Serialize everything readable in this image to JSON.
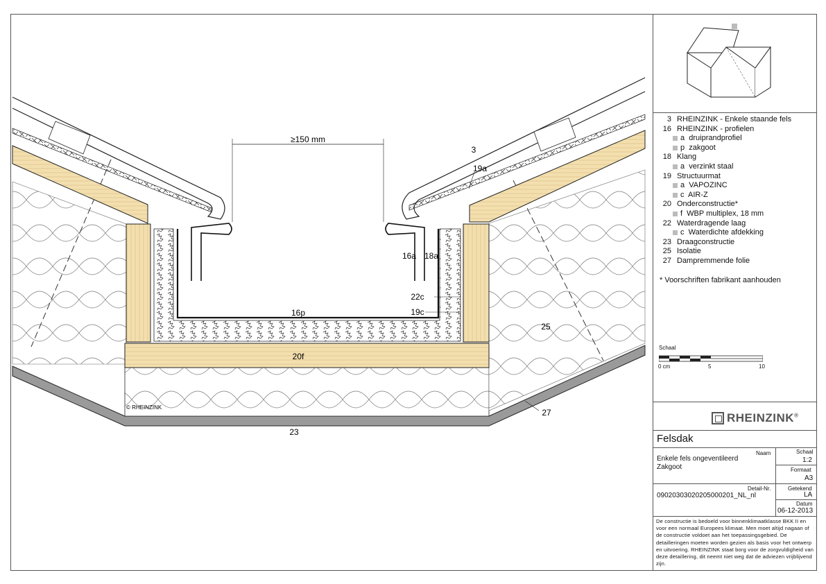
{
  "drawing": {
    "labels": {
      "dim": "≥150 mm",
      "l3": "3",
      "l19a": "19a",
      "l16a": "16a",
      "l18a": "18a",
      "l22c": "22c",
      "l19c": "19c",
      "l16p": "16p",
      "l20f": "20f",
      "l25": "25",
      "l27": "27",
      "l23": "23",
      "copyright": "© RHEINZINK"
    }
  },
  "legend": {
    "items": [
      {
        "num": "3",
        "text": "RHEINZINK - Enkele staande fels",
        "subs": []
      },
      {
        "num": "16",
        "text": "RHEINZINK - profielen",
        "subs": [
          "a  druiprandprofiel",
          "p  zakgoot"
        ]
      },
      {
        "num": "18",
        "text": "Klang",
        "subs": [
          "a  verzinkt staal"
        ]
      },
      {
        "num": "19",
        "text": "Structuurmat",
        "subs": [
          "a  VAPOZINC",
          "c  AIR-Z"
        ]
      },
      {
        "num": "20",
        "text": "Onderconstructie*",
        "subs": [
          "f  WBP multiplex, 18 mm"
        ]
      },
      {
        "num": "22",
        "text": "Waterdragende laag",
        "subs": [
          "c  Waterdichte afdekking"
        ]
      },
      {
        "num": "23",
        "text": "Draagconstructie",
        "subs": []
      },
      {
        "num": "25",
        "text": "Isolatie",
        "subs": []
      },
      {
        "num": "27",
        "text": "Dampremmende folie",
        "subs": []
      }
    ],
    "note": "*  Voorschriften fabrikant aanhouden"
  },
  "scale_bar": {
    "label": "Schaal",
    "ticks": [
      "0 cm",
      "5",
      "10"
    ]
  },
  "brand": {
    "name": "RHEINZINK",
    "reg": "®"
  },
  "title_block": {
    "title": "Felsdak",
    "naam_label": "Naam",
    "naam_line1": "Enkele fels ongeventileerd",
    "naam_line2": "Zakgoot",
    "schaal_label": "Schaal",
    "schaal_value": "1:2",
    "formaat_label": "Formaat",
    "formaat_value": "A3",
    "detail_label": "Detail-Nr.",
    "detail_value": "09020303020205000201_NL_nl",
    "getekend_label": "Getekend",
    "getekend_value": "LA",
    "datum_label": "Datum",
    "datum_value": "06-12-2013",
    "disclaimer": "De constructie is bedoeld voor binnenklimaatklasse BKK II en voor een normaal Europees klimaat. Men moet altijd nagaan of de constructie voldoet aan het toepassingsgebied. De detailleringen moeten worden gezien als basis voor het ontwerp en uitvoering. RHEINZINK staat borg voor de zorgvuldigheid van deze detaillering, dit neemt niet weg dat de adviezen vrijblijvend zijn."
  },
  "colors": {
    "wood": "#f3dfae",
    "wood_line": "#c9a766",
    "line": "#222222",
    "grey_layer": "#9a9a9a",
    "panel_line": "#555555"
  }
}
